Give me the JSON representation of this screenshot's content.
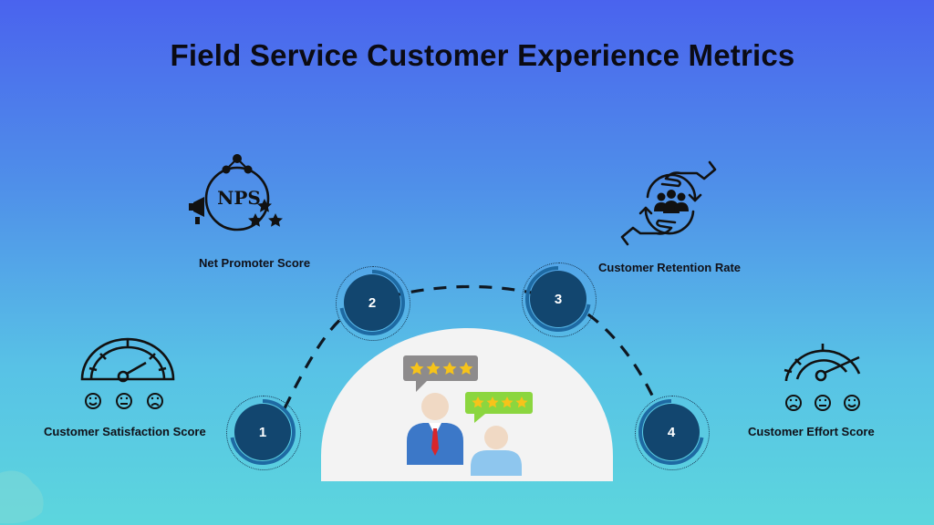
{
  "title": "Field Service Customer Experience Metrics",
  "icon_text": {
    "nps": "NPS"
  },
  "metrics": [
    {
      "number": "1",
      "label": "Customer Satisfaction Score"
    },
    {
      "number": "2",
      "label": "Net Promoter Score"
    },
    {
      "number": "3",
      "label": "Customer Retention Rate"
    },
    {
      "number": "4",
      "label": "Customer Effort Score"
    }
  ],
  "icons": {
    "csat": "satisfaction-gauge-icon",
    "nps": "nps-icon",
    "retention": "retention-hands-icon",
    "ces": "effort-gauge-icon",
    "center": "customer-review-icon"
  },
  "colors": {
    "node": "#12466f",
    "node_arc": "#1e6aa3",
    "dome": "#f2f2f2",
    "dash": "#0f1822"
  }
}
